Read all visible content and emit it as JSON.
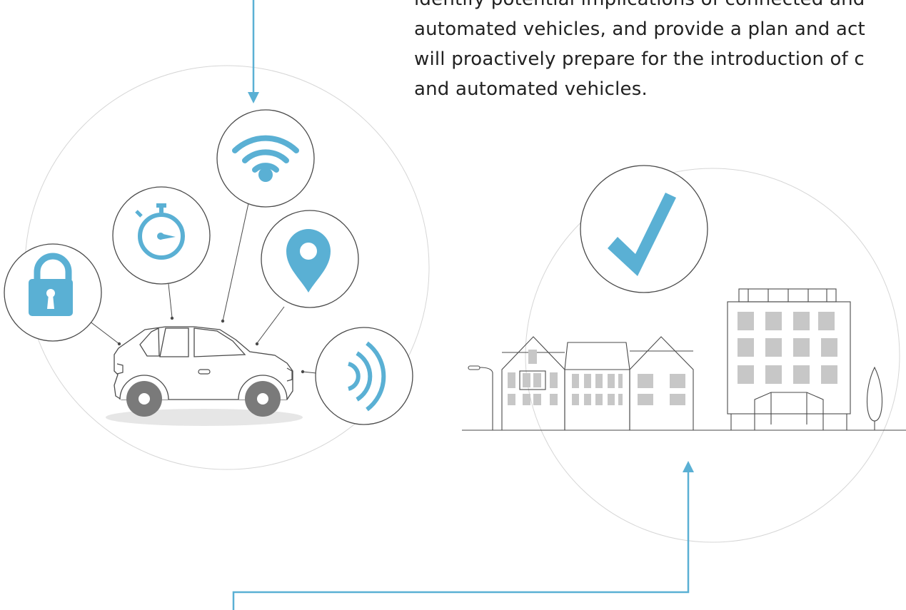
{
  "intro": {
    "lines": [
      "identify potential implications of connected and",
      "automated vehicles, and provide a plan and act",
      "will proactively prepare for the introduction of c",
      "and automated vehicles."
    ]
  },
  "colors": {
    "accent": "#5ab0d4",
    "line": "#4a4a4a",
    "halo": "#d6d6d6",
    "building_window": "#c7c7c7",
    "wheel": "#7a7a7a",
    "shadow": "#e6e6e6"
  },
  "icons": [
    "lock-icon",
    "stopwatch-icon",
    "wifi-icon",
    "location-pin-icon",
    "signal-waves-icon",
    "checkmark-icon"
  ]
}
